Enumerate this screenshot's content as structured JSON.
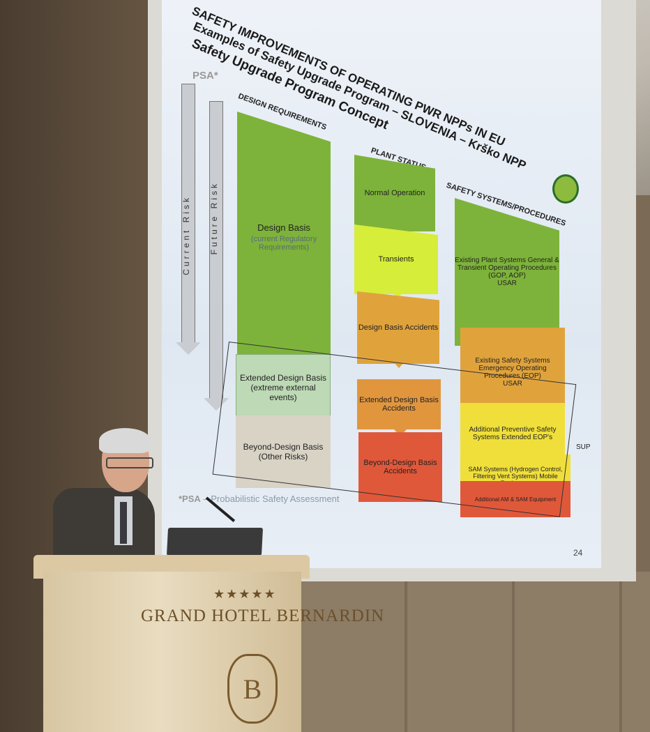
{
  "slide": {
    "title1": "SAFETY IMPROVEMENTS OF OPERATING PWR NPPs IN EU",
    "title2": "Examples of Safety Upgrade Program – SLOVENIA – Krško NPP",
    "title3": "Safety Upgrade Program Concept",
    "psa_label": "PSA*",
    "current_risk": "Current Risk",
    "future_risk": "Future Risk",
    "col_design": "DESIGN REQUIREMENTS",
    "col_plant": "PLANT STATUS",
    "col_safety": "SAFETY SYSTEMS/PROCEDURES",
    "design_basis": "Design Basis",
    "design_basis_sub": "(current Regulatory Requirements)",
    "ext_design": "Extended Design Basis",
    "ext_design_sub": "(extreme external events)",
    "beyond": "Beyond-Design Basis",
    "beyond_sub": "(Other Risks)",
    "normal_op": "Normal Operation",
    "transients": "Transients",
    "dba": "Design Basis Accidents",
    "edba": "Extended Design Basis Accidents",
    "bdba": "Beyond-Design Basis Accidents",
    "safety1": "Existing Plant Systems General & Transient Operating Procedures (GOP, AOP)",
    "safety1_sub": "USAR",
    "safety2": "Existing Safety Systems Emergency Operating Procedures (EOP)",
    "safety2_sub": "USAR",
    "safety3": "Additional Preventive Safety Systems Extended EOP's",
    "safety4": "SAM Systems (Hydrogen Control, Filtering Vent Systems) Mobile Equipment",
    "safety5": "Additional AM & SAM Equipment",
    "sup": "SUP",
    "footnote_key": "*PSA",
    "footnote_text": "– Probabilistic Safety Assessment",
    "page": "24"
  },
  "podium": {
    "stars": "★★★★★",
    "hotel": "GRAND HOTEL BERNARDIN",
    "crest_letter": "B"
  }
}
